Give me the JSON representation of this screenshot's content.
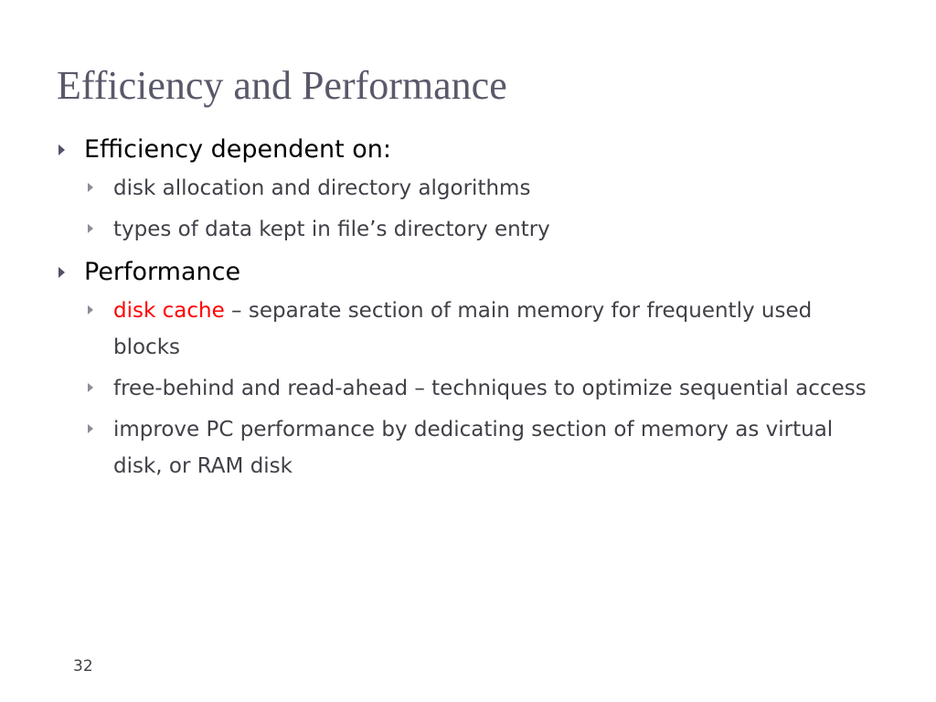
{
  "slide": {
    "title": "Efficiency and Performance",
    "page_number": "32",
    "items": [
      {
        "text": "Efficiency dependent on:",
        "children": [
          "disk allocation and directory algorithms",
          "types of data kept in file’s directory entry"
        ]
      },
      {
        "text": "Performance",
        "children": [
          {
            "highlight": "disk cache",
            "rest": " – separate section of main memory for frequently used blocks"
          },
          "free-behind and read-ahead – techniques to optimize sequential access",
          "improve PC performance by dedicating section of memory as virtual disk, or RAM disk"
        ]
      }
    ],
    "colors": {
      "title": "#59596a",
      "highlight": "#ff0000",
      "body_level1": "#000000",
      "body_level2": "#404048"
    }
  }
}
